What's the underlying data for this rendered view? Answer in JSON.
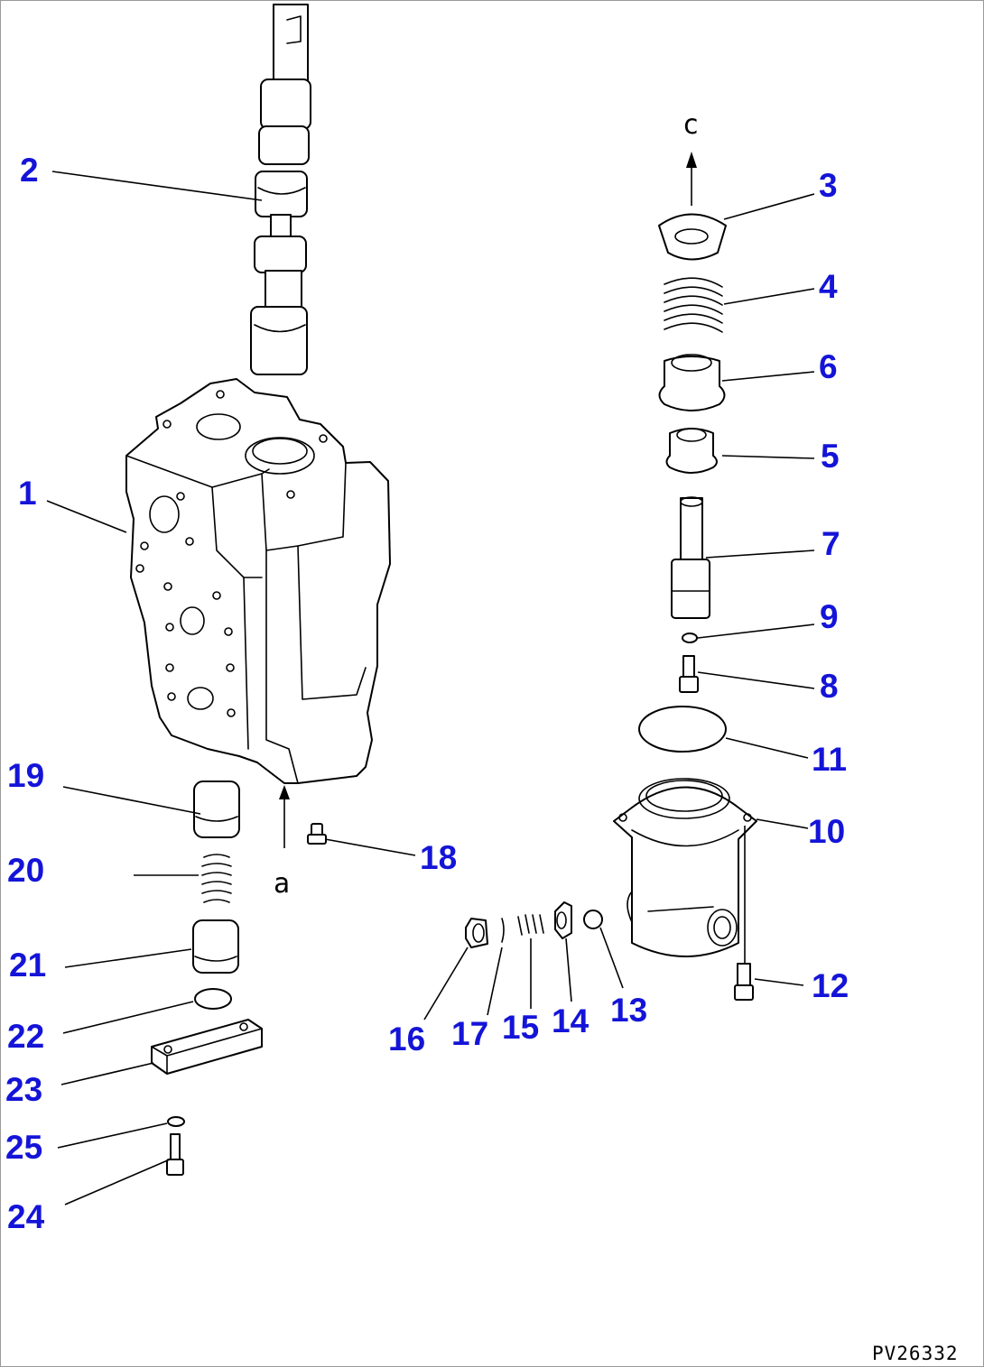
{
  "callouts": {
    "p1": "1",
    "p2": "2",
    "p3": "3",
    "p4": "4",
    "p5": "5",
    "p6": "6",
    "p7": "7",
    "p8": "8",
    "p9": "9",
    "p10": "10",
    "p11": "11",
    "p12": "12",
    "p13": "13",
    "p14": "14",
    "p15": "15",
    "p16": "16",
    "p17": "17",
    "p18": "18",
    "p19": "19",
    "p20": "20",
    "p21": "21",
    "p22": "22",
    "p23": "23",
    "p24": "24",
    "p25": "25"
  },
  "arrow_labels": {
    "a": "a",
    "c": "c"
  },
  "drawing_number": "PV26332",
  "colors": {
    "callout": "#1414d8",
    "line": "#000000",
    "frame": "#9a9a9a"
  }
}
